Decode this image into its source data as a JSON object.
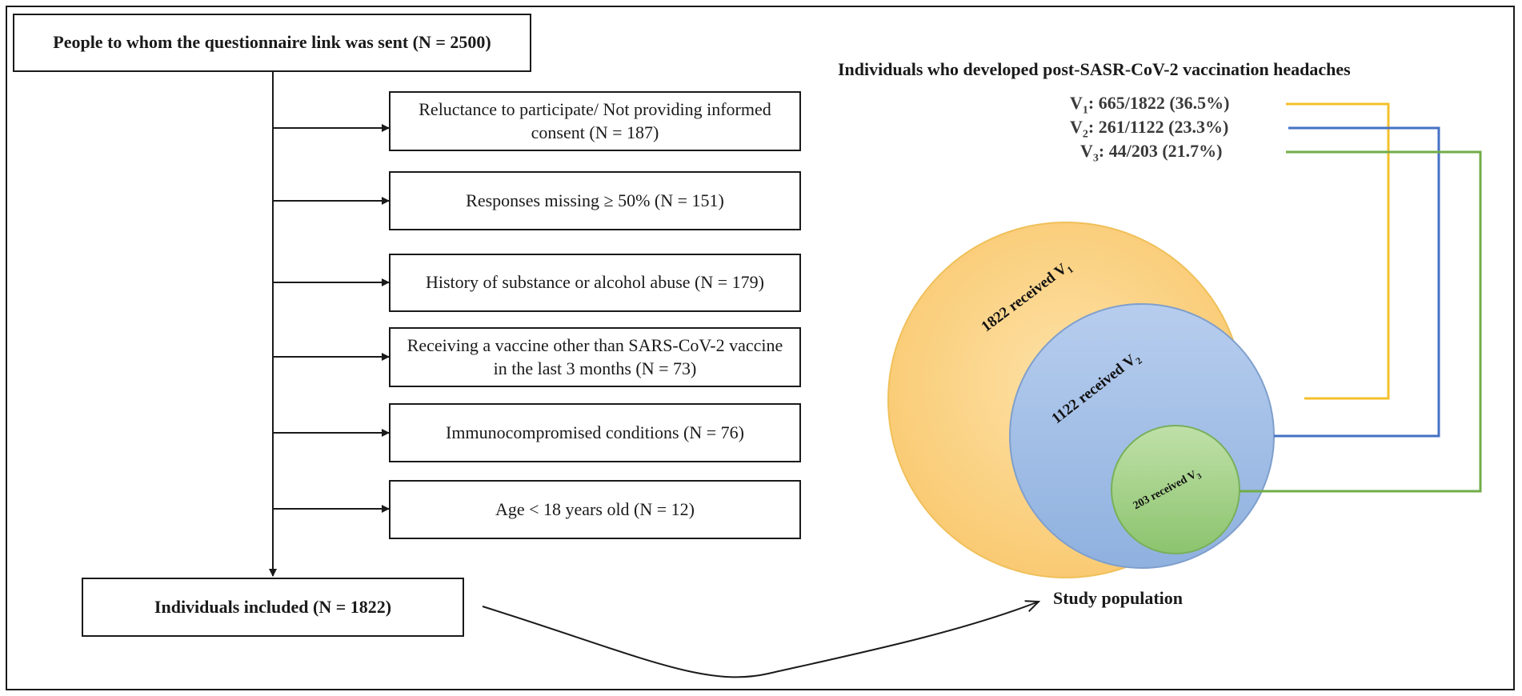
{
  "flow": {
    "top_box": "People to whom the questionnaire link was sent (N = 2500)",
    "exclusions": [
      "Reluctance to participate/ Not providing informed consent (N = 187)",
      "Responses missing ≥ 50% (N = 151)",
      "History of substance or alcohol abuse (N = 179)",
      "Receiving a vaccine other than SARS-CoV-2 vaccine in the last 3 months (N = 73)",
      "Immunocompromised conditions (N = 76)",
      "Age < 18 years old (N = 12)"
    ],
    "bottom_box": "Individuals included (N = 1822)"
  },
  "headache": {
    "title": "Individuals who developed post-SASR-CoV-2 vaccination headaches",
    "rows": [
      {
        "v": "V",
        "sub": "1",
        "value": ": 665/1822 (36.5%)",
        "color": "#f4c02c"
      },
      {
        "v": "V",
        "sub": "2",
        "value": ": 261/1122 (23.3%)",
        "color": "#4472c4"
      },
      {
        "v": "V",
        "sub": "3",
        "value": ": 44/203 (21.7%)",
        "color": "#70ad47"
      }
    ]
  },
  "venn": {
    "circles": [
      {
        "text": "1822 received V",
        "sub": "1",
        "fill": "#fbd28a",
        "stroke": "#f0c05a"
      },
      {
        "text": "1122 received V",
        "sub": "2",
        "fill": "#a3c0e6",
        "stroke": "#7f9fcc"
      },
      {
        "text": "203 received V",
        "sub": "3",
        "fill": "#a8d48e",
        "stroke": "#78b05a"
      }
    ],
    "caption": "Study population"
  }
}
